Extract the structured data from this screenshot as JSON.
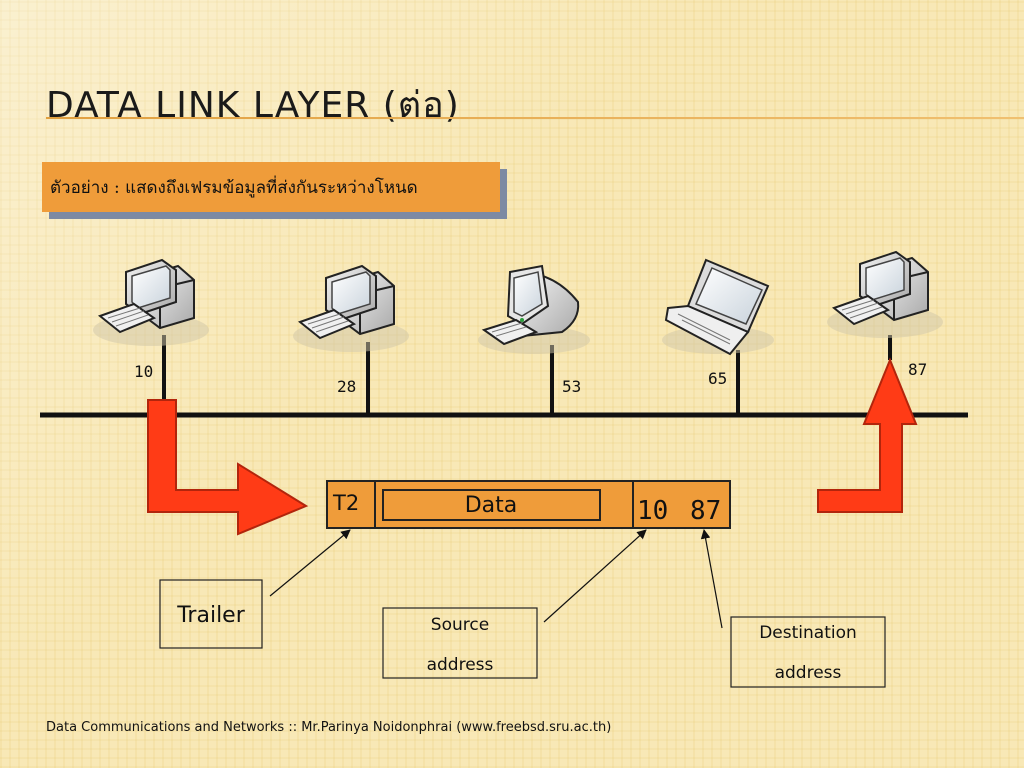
{
  "slide": {
    "title": "DATA LINK LAYER (ต่อ)",
    "example_text": "ตัวอย่าง : แสดงถึงเฟรมข้อมูลที่ส่งกันระหว่างโหนด",
    "footer": "Data Communications and Networks :: Mr.Parinya Noidonphrai (www.freebsd.sru.ac.th)"
  },
  "diagram": {
    "nodes": [
      {
        "id": "10",
        "device": "desktop-computer-icon"
      },
      {
        "id": "28",
        "device": "desktop-computer-icon"
      },
      {
        "id": "53",
        "device": "imac-monitor-icon"
      },
      {
        "id": "65",
        "device": "laptop-icon"
      },
      {
        "id": "87",
        "device": "desktop-computer-icon"
      }
    ],
    "frame": {
      "trailer_field": "T2",
      "data_field": "Data",
      "source_field": "10",
      "destination_field": "87"
    },
    "callouts": {
      "trailer": "Trailer",
      "source_line1": "Source",
      "source_line2": "address",
      "destination_line1": "Destination",
      "destination_line2": "address"
    },
    "colors": {
      "frame_fill": "#ef9c3a",
      "arrow_fill": "#ff3b16",
      "bus_line": "#111111"
    }
  }
}
